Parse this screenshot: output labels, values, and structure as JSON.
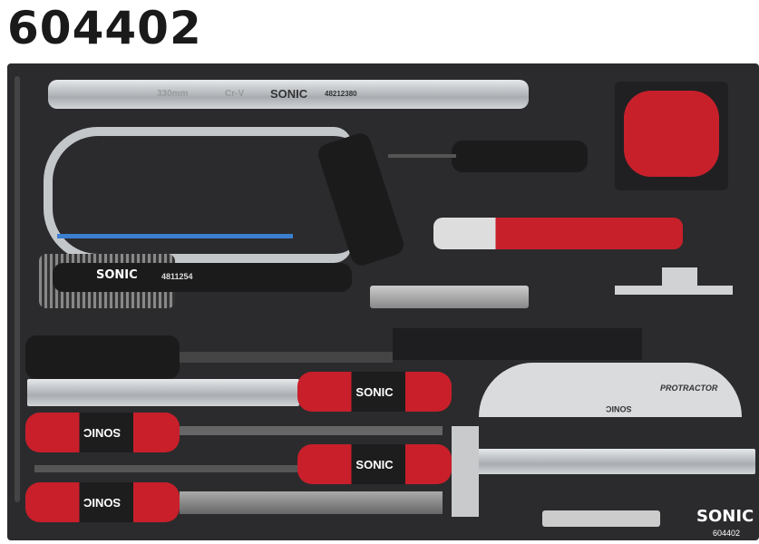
{
  "title": "604402",
  "tyre_lever": {
    "size": "330mm",
    "material": "Cr-V",
    "brand": "SONIC",
    "code": "48212380"
  },
  "wire_brush": {
    "brand": "SONIC",
    "code": "4811254"
  },
  "protractor": {
    "label": "PROTRACTOR",
    "brand": "SONIC"
  },
  "file_handles": [
    "SONIC",
    "SONIC",
    "SONIC",
    "SONIC"
  ],
  "tray_logo": {
    "brand": "SONIC",
    "code": "604402"
  }
}
